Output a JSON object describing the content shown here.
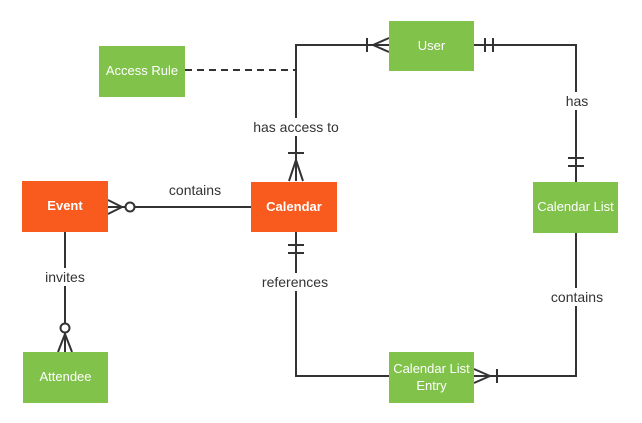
{
  "diagram": {
    "type": "entity-relationship",
    "notation": "crows-foot",
    "entities": {
      "access_rule": {
        "label": "Access Rule",
        "color": "#80C24A"
      },
      "user": {
        "label": "User",
        "color": "#80C24A"
      },
      "event": {
        "label": "Event",
        "color": "#F95B1F"
      },
      "calendar": {
        "label": "Calendar",
        "color": "#F95B1F"
      },
      "calendar_list": {
        "label": "Calendar List",
        "color": "#80C24A"
      },
      "attendee": {
        "label": "Attendee",
        "color": "#80C24A"
      },
      "calendar_list_entry": {
        "label": "Calendar List Entry",
        "color": "#80C24A"
      }
    },
    "relationships": {
      "event_contains_calendar": {
        "label": "contains",
        "from": "Event",
        "to": "Calendar",
        "event_cardinality": "zero-or-many"
      },
      "calendar_has_access_to_user": {
        "label": "has access to",
        "from": "Calendar",
        "to": "User",
        "calendar_cardinality": "one-or-many",
        "user_cardinality": "one-or-many"
      },
      "user_has_calendar_list": {
        "label": "has",
        "from": "User",
        "to": "Calendar List",
        "user_cardinality": "exactly-one",
        "calendar_list_cardinality": "exactly-one"
      },
      "event_invites_attendee": {
        "label": "invites",
        "from": "Event",
        "to": "Attendee",
        "attendee_cardinality": "zero-or-many"
      },
      "calendar_references_entry": {
        "label": "references",
        "from": "Calendar",
        "to": "Calendar List Entry",
        "calendar_cardinality": "exactly-one"
      },
      "calendar_list_contains_entry": {
        "label": "contains",
        "from": "Calendar List",
        "to": "Calendar List Entry",
        "entry_cardinality": "one-or-many"
      },
      "access_rule_link": {
        "label": "",
        "from": "Access Rule",
        "to": "has access to relationship",
        "style": "dashed"
      }
    },
    "colors": {
      "entity_green": "#80C24A",
      "entity_orange": "#F95B1F",
      "entity_text": "#FFFFFF",
      "line": "#333333",
      "label_text": "#333333",
      "background": "#FFFFFF"
    }
  }
}
